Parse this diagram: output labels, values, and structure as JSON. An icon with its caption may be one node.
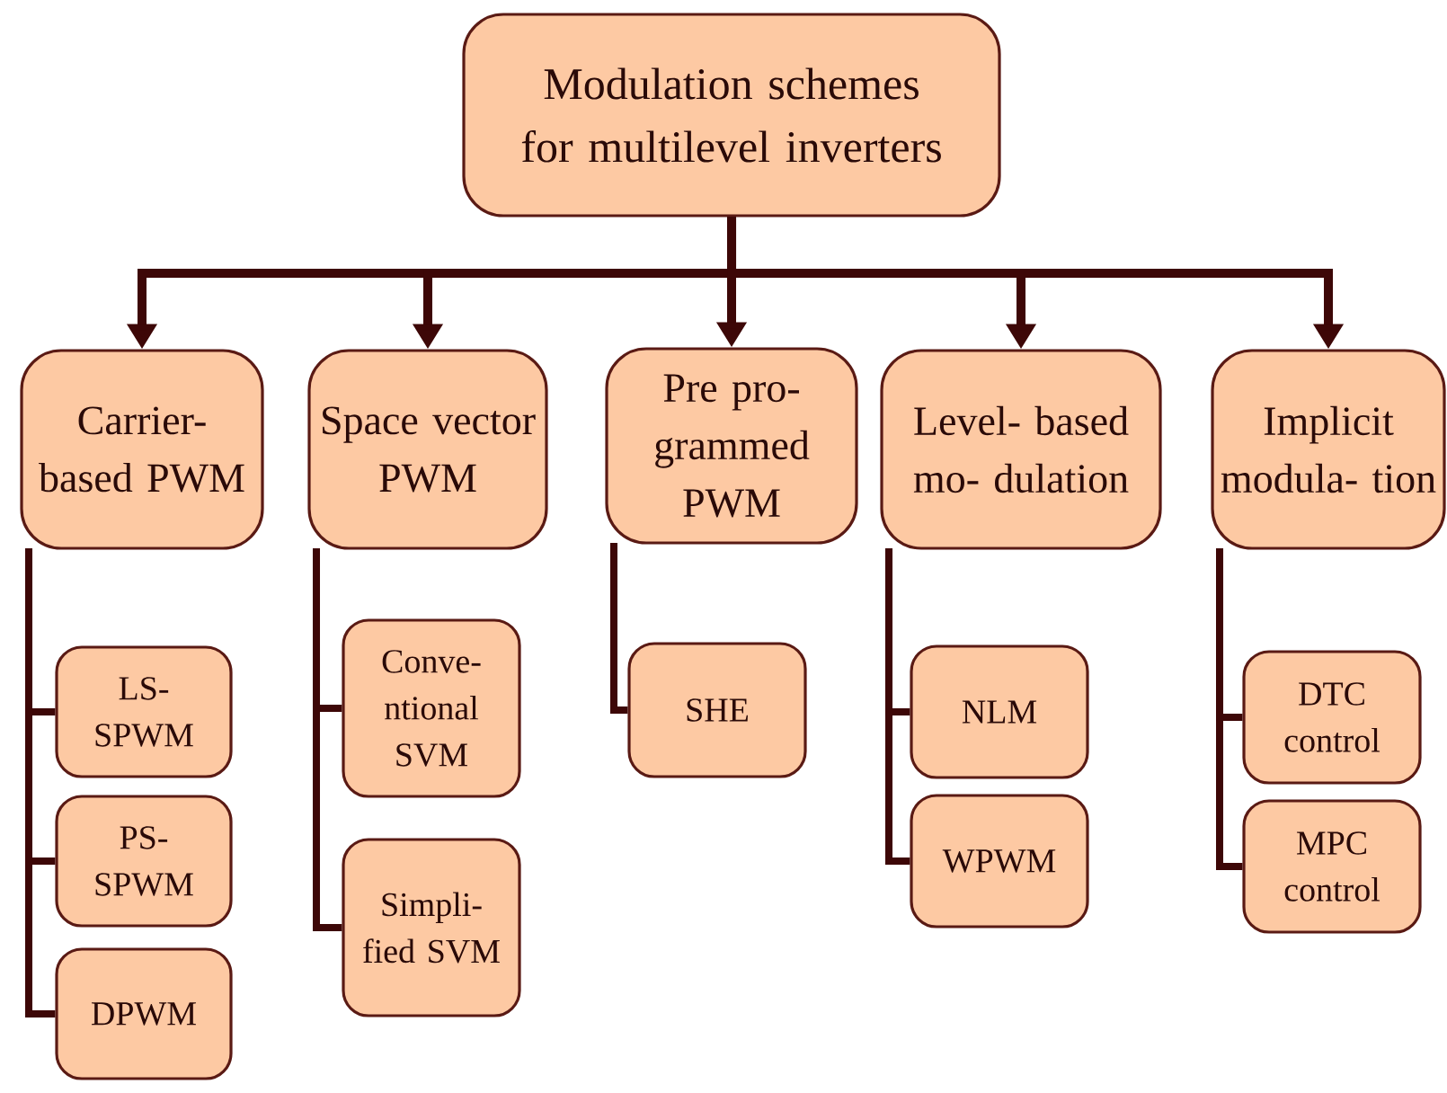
{
  "diagram": {
    "nodes": [
      {
        "text": [
          "Modulation schemes for multilevel inverters"
        ]
      },
      {
        "text": [
          "Carrier- based PWM"
        ]
      },
      {
        "text": [
          "Space vector PWM"
        ]
      },
      {
        "text": [
          "Pre pro- grammed PWM"
        ]
      },
      {
        "text": [
          "Level- based mo- dulation"
        ]
      },
      {
        "text": [
          "Implicit modula- tion"
        ]
      },
      {
        "text": [
          "LS- SPWM"
        ]
      },
      {
        "text": [
          "PS- SPWM"
        ]
      },
      {
        "text": [
          "DPWM"
        ]
      },
      {
        "text": [
          "Conve- ntional SVM"
        ]
      },
      {
        "text": [
          "Simpli- fied SVM"
        ]
      },
      {
        "text": [
          "SHE"
        ]
      },
      {
        "text": [
          "NLM"
        ]
      },
      {
        "text": [
          "WPWM"
        ]
      },
      {
        "text": [
          "DTC control"
        ]
      },
      {
        "text": [
          "MPC control"
        ]
      }
    ],
    "edges": [
      {
        "from": 0,
        "to": 1,
        "arrow": "to"
      },
      {
        "from": 0,
        "to": 2,
        "arrow": "to"
      },
      {
        "from": 0,
        "to": 3,
        "arrow": "to"
      },
      {
        "from": 0,
        "to": 4,
        "arrow": "to"
      },
      {
        "from": 0,
        "to": 5,
        "arrow": "to"
      },
      {
        "from": 1,
        "to": 6,
        "arrow": "none"
      },
      {
        "from": 1,
        "to": 7,
        "arrow": "none"
      },
      {
        "from": 1,
        "to": 8,
        "arrow": "none"
      },
      {
        "from": 2,
        "to": 9,
        "arrow": "none"
      },
      {
        "from": 2,
        "to": 10,
        "arrow": "none"
      },
      {
        "from": 3,
        "to": 11,
        "arrow": "none"
      },
      {
        "from": 4,
        "to": 12,
        "arrow": "none"
      },
      {
        "from": 4,
        "to": 13,
        "arrow": "none"
      },
      {
        "from": 5,
        "to": 14,
        "arrow": "none"
      },
      {
        "from": 5,
        "to": 15,
        "arrow": "none"
      }
    ]
  }
}
